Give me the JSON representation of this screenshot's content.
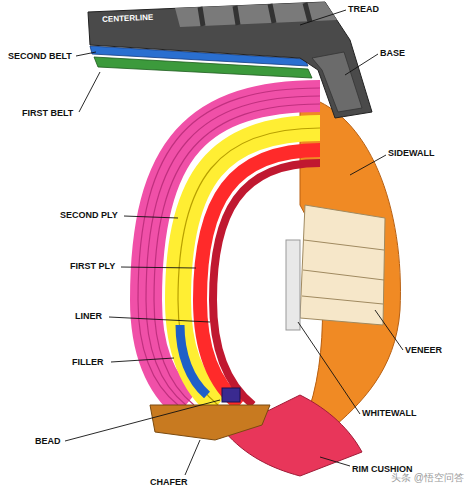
{
  "diagram": {
    "labels": [
      "CENTERLINE",
      "TREAD",
      "BASE",
      "SECOND BELT",
      "FIRST BELT",
      "SIDEWALL",
      "SECOND PLY",
      "FIRST PLY",
      "LINER",
      "VENEER",
      "FILLER",
      "WHITEWALL",
      "BEAD",
      "RIM CUSHION",
      "CHAFER",
      "头条 @悟空问答"
    ]
  }
}
